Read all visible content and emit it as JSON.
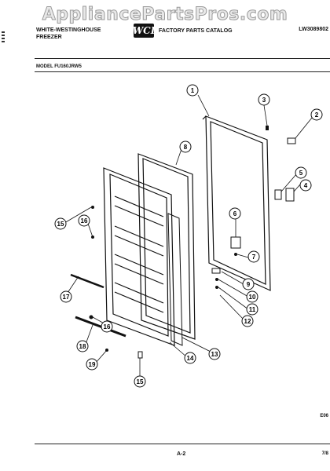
{
  "watermark": "AppliancePartsPros.com",
  "header": {
    "brand_line1": "WHITE-WESTINGHOUSE",
    "brand_line2": "FREEZER",
    "logo_text": "WCI",
    "catalog_title": "FACTORY PARTS CATALOG",
    "catalog_number": "LW3089802"
  },
  "model_label": "MODEL FU160JRW5",
  "diagram": {
    "callouts": [
      {
        "label": "1"
      },
      {
        "label": "2"
      },
      {
        "label": "3"
      },
      {
        "label": "4"
      },
      {
        "label": "5"
      },
      {
        "label": "6"
      },
      {
        "label": "7"
      },
      {
        "label": "8"
      },
      {
        "label": "9"
      },
      {
        "label": "10"
      },
      {
        "label": "11"
      },
      {
        "label": "12"
      },
      {
        "label": "13"
      },
      {
        "label": "14"
      },
      {
        "label": "15"
      },
      {
        "label": "15"
      },
      {
        "label": "16"
      },
      {
        "label": "16"
      },
      {
        "label": "17"
      },
      {
        "label": "18"
      },
      {
        "label": "19"
      }
    ]
  },
  "figure_code": "E06",
  "page_number": "A-2",
  "date_code": "7/8"
}
